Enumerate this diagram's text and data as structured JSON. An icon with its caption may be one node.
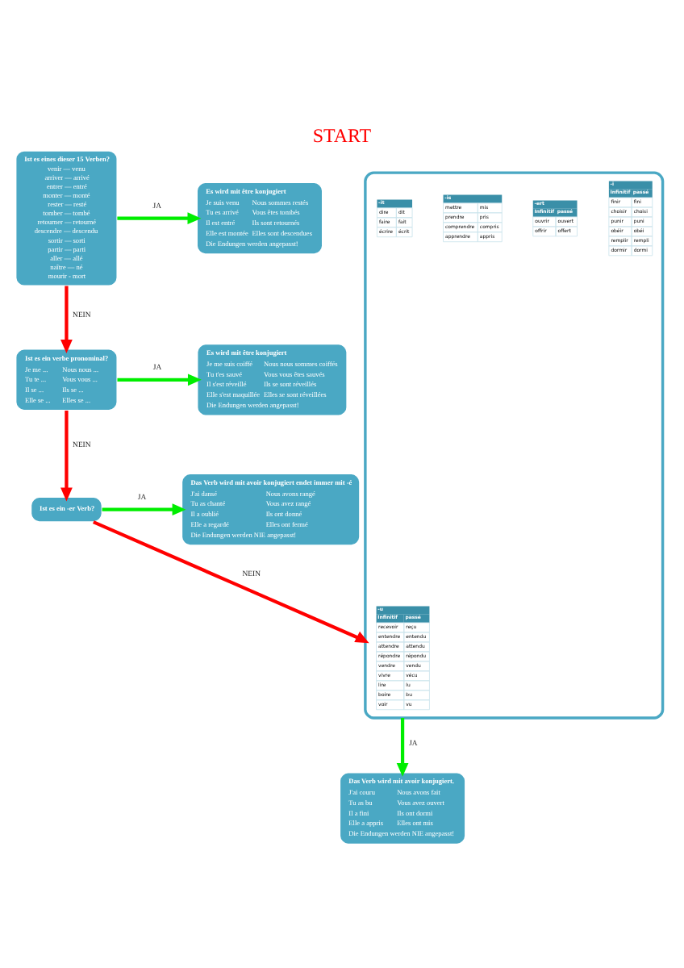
{
  "diagram": {
    "title": "START",
    "nodes": [
      {
        "text": [
          "Ist es eines dieser 15 Verben?",
          "venir — venu",
          "arriver — arrivé",
          "entrer — entré",
          "monter — monté",
          "rester — resté",
          "tomber — tombé",
          "retourner — retourné",
          "descendre — descendu",
          "sortir — sorti",
          "partir — parti",
          "aller — allé",
          "naître — né",
          "mourir - mort"
        ]
      },
      {
        "text": [
          "Es wird mit être konjugiert",
          "Je suis venu",
          "Nous sommes restés",
          "Tu es arrivé",
          "Vous êtes tombés",
          "Il est entré",
          "Ils sont retournés",
          "Elle est montée",
          "Elles sont descendues",
          "Die Endungen werden angepasst!"
        ]
      },
      {
        "text": [
          "Ist es ein verbe pronominal?",
          "Je me ...",
          "Nous nous ...",
          "Tu te ...",
          "Vous vous ...",
          "Il se ...",
          "Ils se ...",
          "Elle se ...",
          "Elles se ..."
        ]
      },
      {
        "text": [
          "Es wird mit être konjugiert",
          "Je me suis coiffé",
          "Nous nous sommes coiffés",
          "Tu t'es sauvé",
          "Vous vous êtes sauvés",
          "Il s'est réveillé",
          "Ils se sont réveillés",
          "Elle s'est maquillée",
          "Elles se sont réveillées",
          "Die Endungen werden angepasst!"
        ]
      },
      {
        "text": [
          "Ist es ein -er Verb?"
        ]
      },
      {
        "text": [
          "Das Verb wird mit avoir konjugiert endet immer mit -é",
          "J'ai dansé",
          "Nous avons rangé",
          "Tu as chanté",
          "Vous avez rangé",
          "Il a oublié",
          "Ils ont donné",
          "Elle a regardé",
          "Elles ont fermé",
          "Die Endungen werden NIE angepasst!"
        ]
      },
      {
        "text": [],
        "shape": "box"
      },
      {
        "text": [
          "-u",
          "Infinitif",
          "passé",
          "recevoir",
          "reçu",
          "entendre",
          "entendu",
          "attendre",
          "attendu",
          "répondre",
          "répondu",
          "vendre",
          "vendu",
          "vivre",
          "vécu",
          "lire",
          "lu",
          "boire",
          "bu",
          "voir",
          "vu"
        ],
        "in": 6
      },
      {
        "text": [
          "-i",
          "Infinitif",
          "passé",
          "finir",
          "fini",
          "choisir",
          "choisi",
          "punir",
          "puni",
          "obéir",
          "obéi",
          "remplir",
          "rempli",
          "dormir",
          "dormi"
        ],
        "in": 6
      },
      {
        "text": [
          "-ert",
          "Infinitif",
          "passé",
          "ouvrir",
          "ouvert",
          "offrir",
          "offert"
        ],
        "in": 6
      },
      {
        "text": [
          "-is",
          "mettre",
          "mis",
          "prendre",
          "pris",
          "comprendre",
          "compris",
          "apprendre",
          "appris"
        ],
        "in": 6
      },
      {
        "text": [
          "-it",
          "dire",
          "dit",
          "faire",
          "fait",
          "écrire",
          "écrit"
        ],
        "in": 6
      },
      {
        "text": [
          "Das Verb wird mit avoir konjugiert.",
          "J'ai couru",
          "Nous avons fait",
          "Tu as bu",
          "Vous avez ouvert",
          "Il a fini",
          "Ils ont dormi",
          "Elle a appris",
          "Elles ont mis",
          "Die Endungen werden NIE angepasst!"
        ]
      }
    ],
    "edges": [
      {
        "from": 0,
        "to": 1,
        "arrow": "to",
        "label": "JA"
      },
      {
        "from": 0,
        "to": 2,
        "arrow": "to",
        "label": "NEIN",
        "color": "#ff0000"
      },
      {
        "from": 2,
        "to": 3,
        "arrow": "to",
        "label": "JA"
      },
      {
        "from": 2,
        "to": 4,
        "arrow": "to",
        "label": "NEIN",
        "color": "#ff0000"
      },
      {
        "from": 4,
        "to": 5,
        "arrow": "to",
        "label": "JA"
      },
      {
        "from": 4,
        "to": 6,
        "arrow": "to",
        "label": "NEIN",
        "color": "#ff0000"
      },
      {
        "from": 6,
        "to": 12,
        "arrow": "to",
        "label": "JA"
      }
    ]
  }
}
